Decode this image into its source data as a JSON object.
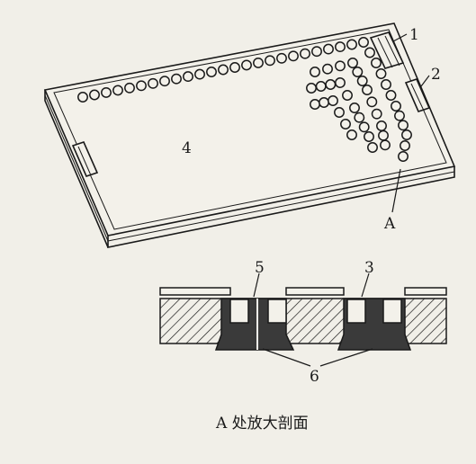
{
  "labels": {
    "one": "1",
    "two": "2",
    "three": "3",
    "four": "4",
    "five": "5",
    "six": "6",
    "detail": "A"
  },
  "caption": "A 处放大剖面",
  "colors": {
    "ink": "#1a1a1a",
    "paper": "#f1efe8",
    "fill_dark": "#3a3a3a"
  }
}
